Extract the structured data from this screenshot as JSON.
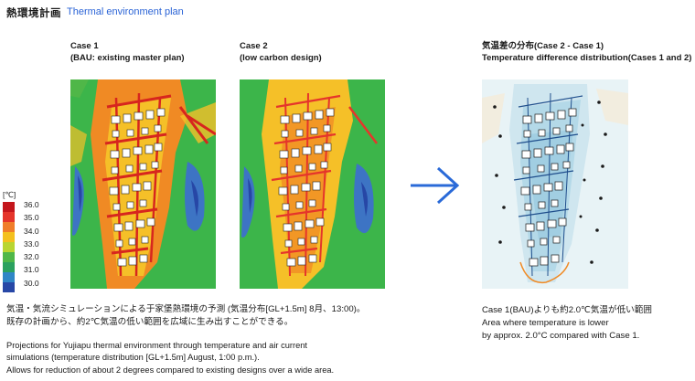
{
  "header": {
    "title_jp": "熱環境計画",
    "title_en": "Thermal environment plan"
  },
  "case1": {
    "line1": "Case 1",
    "line2": "(BAU: existing master plan)"
  },
  "case2": {
    "line1": "Case 2",
    "line2": "(low carbon design)"
  },
  "diff": {
    "line1": "気温差の分布(Case 2 - Case 1)",
    "line2": "Temperature difference distribution(Cases 1 and 2)",
    "notes": [
      "Case 1(BAU)よりも約2.0℃気温が低い範囲",
      "Area where temperature is lower",
      "by approx. 2.0°C compared with Case 1."
    ]
  },
  "legend": {
    "unit": "[℃]",
    "ticks": [
      "36.0",
      "35.0",
      "34.0",
      "33.0",
      "32.0",
      "31.0",
      "30.0"
    ],
    "colors": [
      "#c4161c",
      "#e5352b",
      "#f07d2a",
      "#f4c01e",
      "#b9d531",
      "#4fb748",
      "#2ba15f",
      "#2f86c6",
      "#2747a6"
    ]
  },
  "description": {
    "jp": [
      "気温・気流シミュレーションによる于家堡熱環境の予測 (気温分布[GL+1.5m] 8月、13:00)。",
      "既存の計画から、約2℃気温の低い範囲を広域に生み出すことができる。"
    ],
    "en": [
      "Projections for Yujiapu thermal environment through temperature and air current",
      "simulations (temperature distribution [GL+1.5m] August, 1:00 p.m.).",
      "Allows for reduction of about 2 degrees compared to existing designs over a wide area."
    ]
  },
  "colors": {
    "accent_blue": "#2a63d6",
    "arrow_blue": "#2a6ad8",
    "map_green": "#3cb54a",
    "map_orange": "#f08a24",
    "map_red": "#d7261e",
    "map_blue": "#3d74c4",
    "diff_bg": "#e8f3f6"
  }
}
